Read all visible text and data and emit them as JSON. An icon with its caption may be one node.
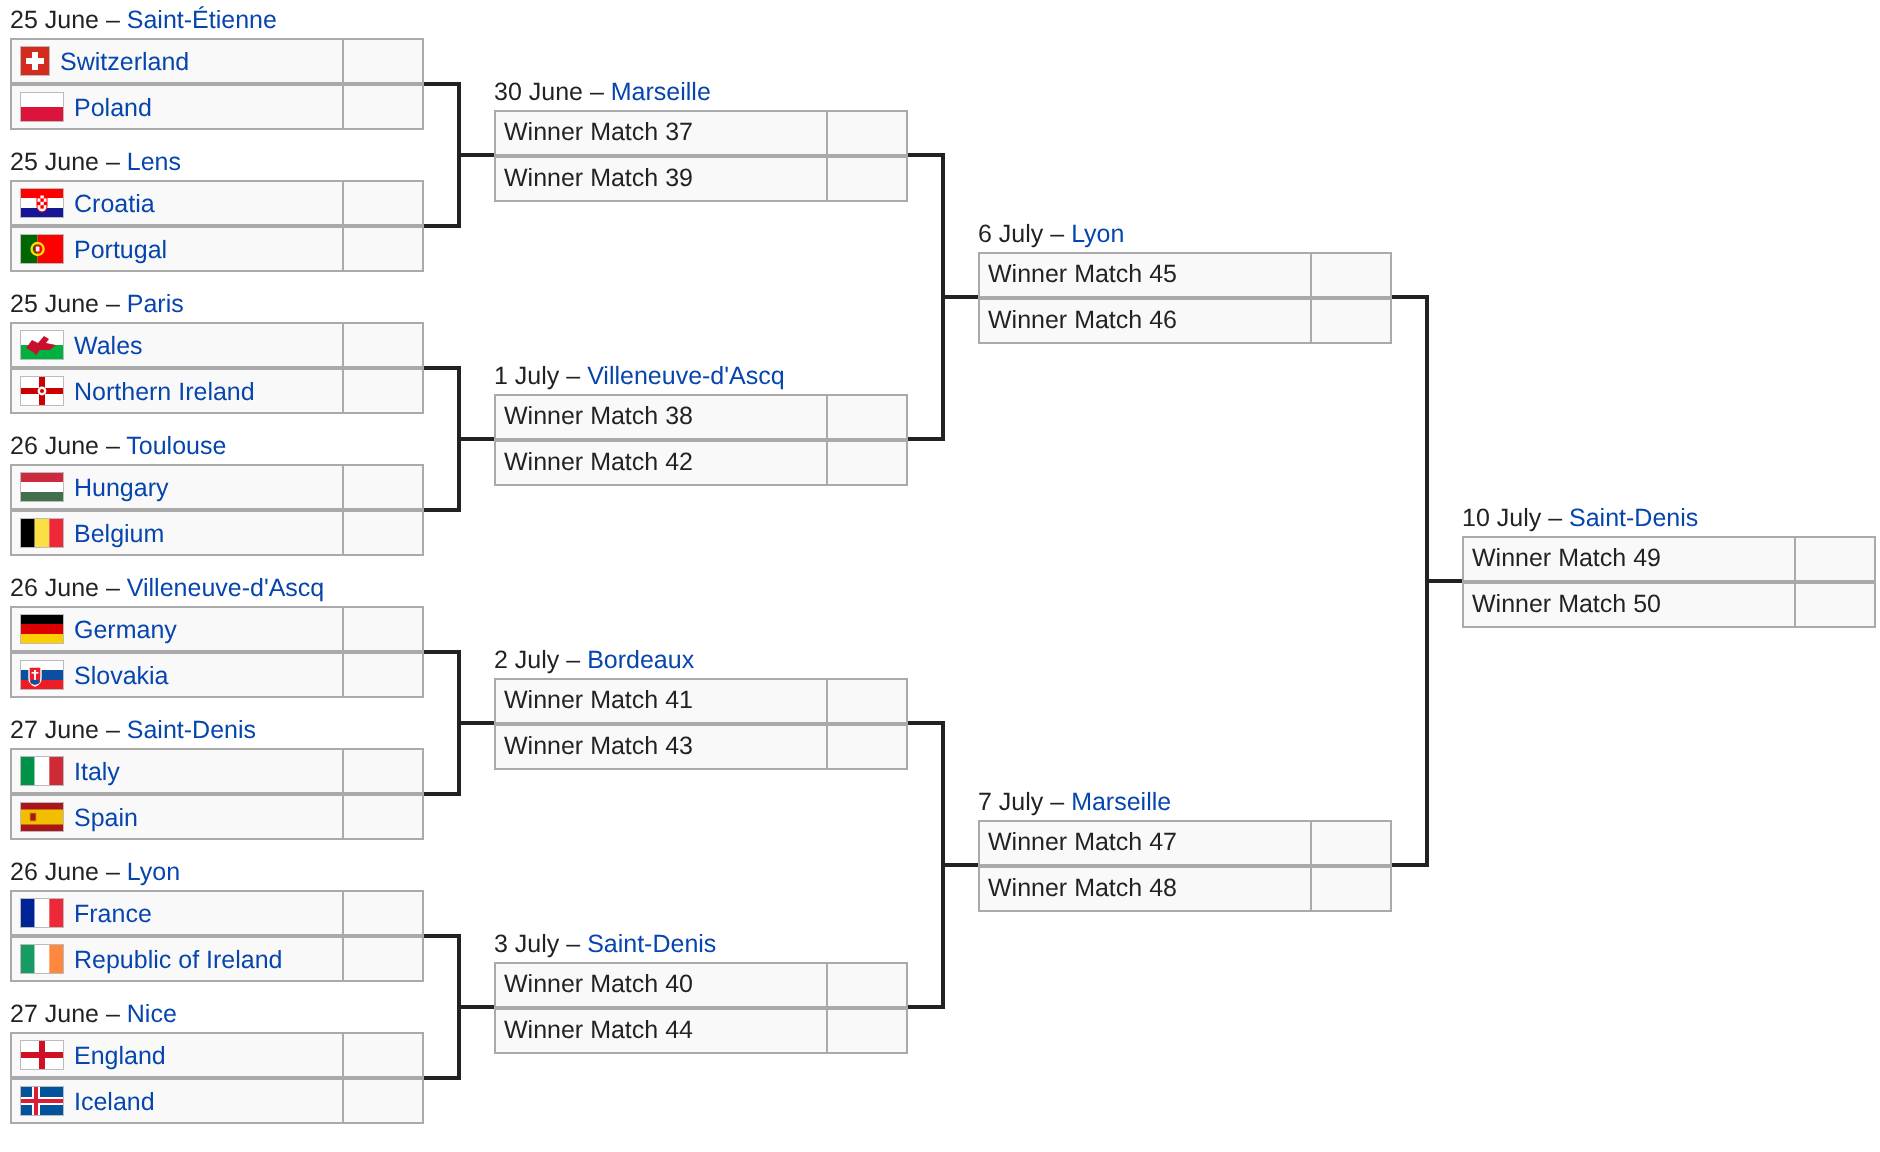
{
  "diagram": {
    "nodes": [
      {
        "text": [
          "25 June – Saint-Étienne",
          "Switzerland",
          "Poland"
        ]
      },
      {
        "text": [
          "25 June – Lens",
          "Croatia",
          "Portugal"
        ]
      },
      {
        "text": [
          "25 June – Paris",
          "Wales",
          "Northern Ireland"
        ]
      },
      {
        "text": [
          "26 June – Toulouse",
          "Hungary",
          "Belgium"
        ]
      },
      {
        "text": [
          "26 June – Villeneuve-d'Ascq",
          "Germany",
          "Slovakia"
        ]
      },
      {
        "text": [
          "27 June – Saint-Denis",
          "Italy",
          "Spain"
        ]
      },
      {
        "text": [
          "26 June – Lyon",
          "France",
          "Republic of Ireland"
        ]
      },
      {
        "text": [
          "27 June – Nice",
          "England",
          "Iceland"
        ]
      },
      {
        "text": [
          "30 June – Marseille",
          "Winner Match 37",
          "Winner Match 39"
        ]
      },
      {
        "text": [
          "1 July – Villeneuve-d'Ascq",
          "Winner Match 38",
          "Winner Match 42"
        ]
      },
      {
        "text": [
          "2 July – Bordeaux",
          "Winner Match 41",
          "Winner Match 43"
        ]
      },
      {
        "text": [
          "3 July – Saint-Denis",
          "Winner Match 40",
          "Winner Match 44"
        ]
      },
      {
        "text": [
          "6 July – Lyon",
          "Winner Match 45",
          "Winner Match 46"
        ]
      },
      {
        "text": [
          "7 July – Marseille",
          "Winner Match 47",
          "Winner Match 48"
        ]
      },
      {
        "text": [
          "10 July – Saint-Denis",
          "Winner Match 49",
          "Winner Match 50"
        ]
      }
    ],
    "edges": [
      {
        "from": 0,
        "to": 8,
        "arrow": "none"
      },
      {
        "from": 1,
        "to": 8,
        "arrow": "none"
      },
      {
        "from": 2,
        "to": 9,
        "arrow": "none"
      },
      {
        "from": 3,
        "to": 9,
        "arrow": "none"
      },
      {
        "from": 4,
        "to": 10,
        "arrow": "none"
      },
      {
        "from": 5,
        "to": 10,
        "arrow": "none"
      },
      {
        "from": 6,
        "to": 11,
        "arrow": "none"
      },
      {
        "from": 7,
        "to": 11,
        "arrow": "none"
      },
      {
        "from": 8,
        "to": 12,
        "arrow": "none"
      },
      {
        "from": 9,
        "to": 12,
        "arrow": "none"
      },
      {
        "from": 10,
        "to": 13,
        "arrow": "none"
      },
      {
        "from": 11,
        "to": 13,
        "arrow": "none"
      },
      {
        "from": 12,
        "to": 14,
        "arrow": "none"
      },
      {
        "from": 13,
        "to": 14,
        "arrow": "none"
      }
    ]
  }
}
